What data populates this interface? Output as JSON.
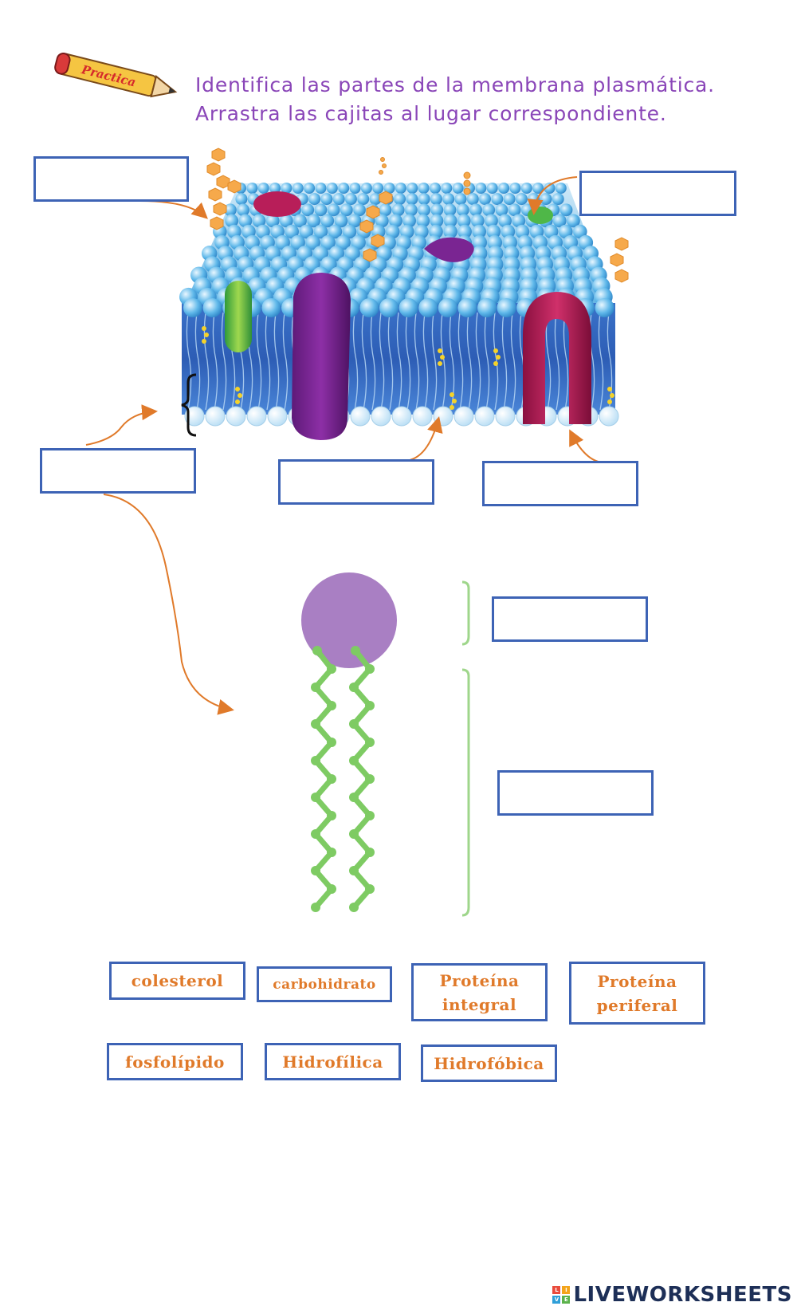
{
  "practice_label": "Practica",
  "instructions": {
    "line1": "Identifica las partes de la membrana plasmática.",
    "line2": "Arrastra las cajitas al lugar correspondiente."
  },
  "answer_chips": {
    "colesterol": "colesterol",
    "carbohidrato": "carbohidrato",
    "proteina_integral": [
      "Proteína",
      "integral"
    ],
    "proteina_periferal": [
      "Proteína",
      "periferal"
    ],
    "fosfolipido": "fosfolípido",
    "hidrofilica": "Hidrofílica",
    "hidrofobica": "Hidrofóbica"
  },
  "footer": {
    "brand": "LIVEWORKSHEETS",
    "logo_letters": [
      "L",
      "I",
      "V",
      "E"
    ]
  },
  "colors": {
    "title": "#8a46b8",
    "box_border": "#3d63b5",
    "chip_text": "#e07a2a",
    "arrow": "#e07a2a",
    "head": "#a97fc3",
    "tail": "#7ecb63",
    "bracket": "#9fd68b"
  }
}
